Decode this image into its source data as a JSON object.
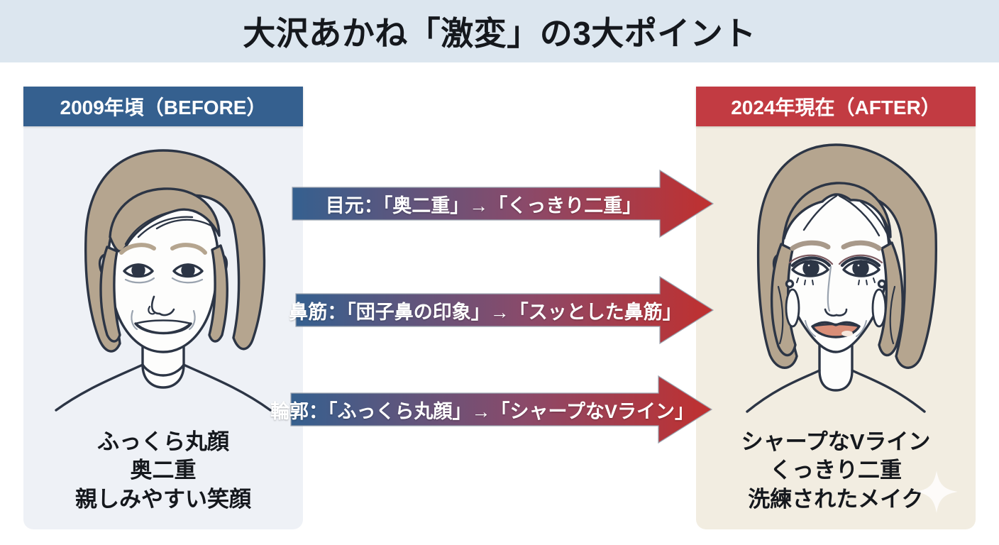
{
  "title": "大沢あかね「激変」の3大ポイント",
  "panels": {
    "before": {
      "header": "2009年頃（BEFORE）",
      "header_color": "#35608f",
      "background_color": "#eef1f6",
      "captions": [
        "ふっくら丸顔",
        "奥二重",
        "親しみやすい笑顔"
      ],
      "portrait_alt": "丸顔・ボブヘアの女性のイラスト"
    },
    "after": {
      "header": "2024年現在（AFTER）",
      "header_color": "#c23b42",
      "background_color": "#f2ede1",
      "captions": [
        "シャープなVライン",
        "くっきり二重",
        "洗練されたメイク"
      ],
      "portrait_alt": "Vラインの輪郭・ウェーブヘアの女性のイラスト"
    }
  },
  "arrows": [
    {
      "label": "目元：「奥二重」→「くっきり二重」",
      "from_color": "#35608f",
      "to_color": "#c23b42"
    },
    {
      "label": "鼻筋：「団子鼻の印象」→「スッとした鼻筋」",
      "from_color": "#35608f",
      "to_color": "#c23b42"
    },
    {
      "label": "輪郭：「ふっくら丸顔」→「シャープなVライン」",
      "from_color": "#35608f",
      "to_color": "#c23b42"
    }
  ],
  "colors": {
    "title_band": "#dce6ef",
    "ink": "#2c3545",
    "hair": "#b5a58f",
    "skin": "#fdfdfc",
    "lips": "#e8a594",
    "page_background": "#ffffff"
  },
  "decorations": {
    "sparkle": "sparkle-icon"
  }
}
